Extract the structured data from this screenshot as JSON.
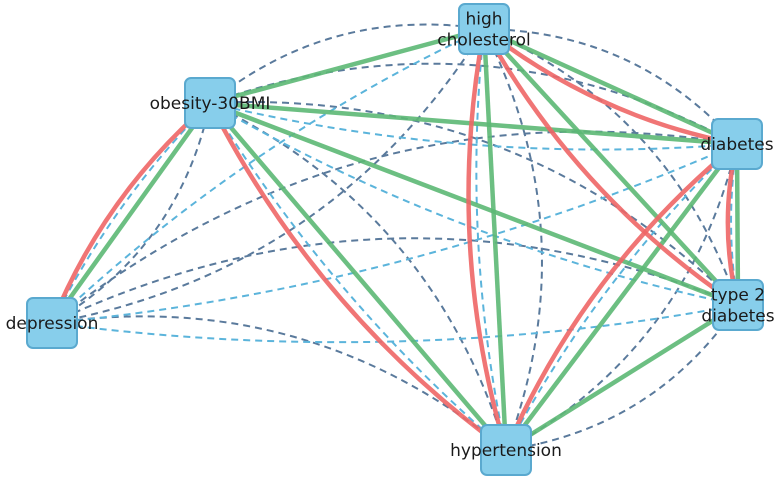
{
  "nodes": [
    {
      "id": "high_cholesterol",
      "lines": [
        "high",
        "cholesterol"
      ]
    },
    {
      "id": "obesity",
      "lines": [
        "obesity-30BMI"
      ]
    },
    {
      "id": "diabetes",
      "lines": [
        "diabetes"
      ]
    },
    {
      "id": "depression",
      "lines": [
        "depression"
      ]
    },
    {
      "id": "type2_diabetes",
      "lines": [
        "type 2",
        "diabetes"
      ]
    },
    {
      "id": "hypertension",
      "lines": [
        "hypertension"
      ]
    }
  ],
  "edge_styles": {
    "strong_positive": "#5cb874",
    "strong_negative": "#ee6666",
    "weak_dark": "#5a7a9c",
    "weak_light": "#5bb4db"
  },
  "edges": [
    {
      "source": "obesity",
      "target": "high_cholesterol",
      "style": "strong_positive"
    },
    {
      "source": "obesity",
      "target": "diabetes",
      "style": "strong_positive"
    },
    {
      "source": "obesity",
      "target": "type2_diabetes",
      "style": "strong_positive"
    },
    {
      "source": "obesity",
      "target": "hypertension",
      "style": "strong_positive"
    },
    {
      "source": "obesity",
      "target": "depression",
      "style": "strong_positive"
    },
    {
      "source": "high_cholesterol",
      "target": "diabetes",
      "style": "strong_positive"
    },
    {
      "source": "high_cholesterol",
      "target": "type2_diabetes",
      "style": "strong_positive"
    },
    {
      "source": "high_cholesterol",
      "target": "hypertension",
      "style": "strong_positive"
    },
    {
      "source": "diabetes",
      "target": "hypertension",
      "style": "strong_positive"
    },
    {
      "source": "diabetes",
      "target": "type2_diabetes",
      "style": "strong_positive"
    },
    {
      "source": "type2_diabetes",
      "target": "hypertension",
      "style": "strong_positive"
    },
    {
      "source": "high_cholesterol",
      "target": "diabetes",
      "style": "strong_negative"
    },
    {
      "source": "high_cholesterol",
      "target": "type2_diabetes",
      "style": "strong_negative"
    },
    {
      "source": "high_cholesterol",
      "target": "hypertension",
      "style": "strong_negative"
    },
    {
      "source": "obesity",
      "target": "depression",
      "style": "strong_negative"
    },
    {
      "source": "obesity",
      "target": "hypertension",
      "style": "strong_negative"
    },
    {
      "source": "diabetes",
      "target": "type2_diabetes",
      "style": "strong_negative"
    },
    {
      "source": "diabetes",
      "target": "hypertension",
      "style": "strong_negative"
    },
    {
      "source": "obesity",
      "target": "high_cholesterol",
      "style": "weak_dark"
    },
    {
      "source": "obesity",
      "target": "diabetes",
      "style": "weak_dark"
    },
    {
      "source": "obesity",
      "target": "type2_diabetes",
      "style": "weak_dark"
    },
    {
      "source": "obesity",
      "target": "hypertension",
      "style": "weak_dark"
    },
    {
      "source": "obesity",
      "target": "depression",
      "style": "weak_dark"
    },
    {
      "source": "high_cholesterol",
      "target": "diabetes",
      "style": "weak_dark"
    },
    {
      "source": "high_cholesterol",
      "target": "depression",
      "style": "weak_dark"
    },
    {
      "source": "high_cholesterol",
      "target": "type2_diabetes",
      "style": "weak_dark"
    },
    {
      "source": "high_cholesterol",
      "target": "hypertension",
      "style": "weak_dark"
    },
    {
      "source": "depression",
      "target": "type2_diabetes",
      "style": "weak_dark"
    },
    {
      "source": "depression",
      "target": "hypertension",
      "style": "weak_dark"
    },
    {
      "source": "depression",
      "target": "diabetes",
      "style": "weak_dark"
    },
    {
      "source": "diabetes",
      "target": "hypertension",
      "style": "weak_dark"
    },
    {
      "source": "type2_diabetes",
      "target": "hypertension",
      "style": "weak_dark"
    },
    {
      "source": "obesity",
      "target": "depression",
      "style": "weak_light"
    },
    {
      "source": "obesity",
      "target": "diabetes",
      "style": "weak_light"
    },
    {
      "source": "obesity",
      "target": "type2_diabetes",
      "style": "weak_light"
    },
    {
      "source": "obesity",
      "target": "hypertension",
      "style": "weak_light"
    },
    {
      "source": "high_cholesterol",
      "target": "depression",
      "style": "weak_light"
    },
    {
      "source": "high_cholesterol",
      "target": "hypertension",
      "style": "weak_light"
    },
    {
      "source": "depression",
      "target": "diabetes",
      "style": "weak_light"
    },
    {
      "source": "depression",
      "target": "type2_diabetes",
      "style": "weak_light"
    },
    {
      "source": "diabetes",
      "target": "hypertension",
      "style": "weak_light"
    },
    {
      "source": "diabetes",
      "target": "type2_diabetes",
      "style": "weak_light"
    }
  ]
}
